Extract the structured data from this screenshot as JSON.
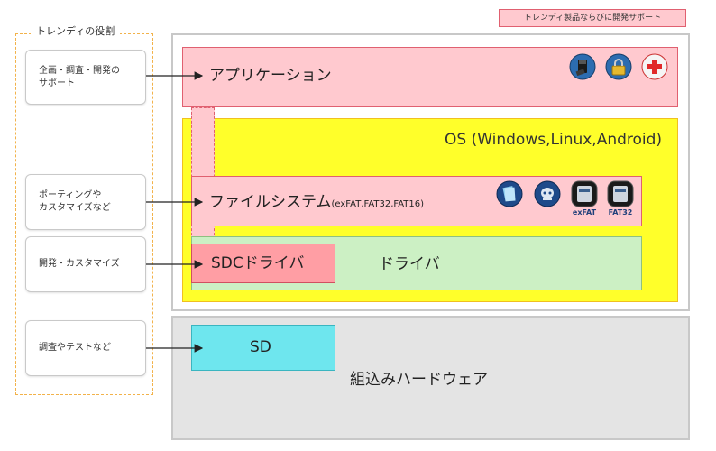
{
  "legend": {
    "text": "トレンディ製品ならびに開発サポート"
  },
  "roles_panel": {
    "title": "トレンディの役割",
    "roles": [
      {
        "line1": "企画・調査・開発の",
        "line2": "サポート"
      },
      {
        "line1": "ポーティングや",
        "line2": "カスタマイズなど"
      },
      {
        "line1": "開発・カスタマイズ",
        "line2": ""
      },
      {
        "line1": "調査やテストなど",
        "line2": ""
      }
    ]
  },
  "layers": {
    "application": "アプリケーション",
    "os": "OS (Windows,Linux,Android)",
    "filesystem": "ファイルシステム",
    "filesystem_formats": "(exFAT,FAT32,FAT16)",
    "driver": "ドライバ",
    "sdc_driver": "SDCドライバ",
    "sd": "SD",
    "hardware": "組込みハードウェア"
  },
  "icons": {
    "app_icons": [
      "sd-card-app-icon",
      "lock-app-icon",
      "medical-cross-app-icon"
    ],
    "fs_icons": [
      {
        "name": "document-fs-icon",
        "caption": ""
      },
      {
        "name": "recovery-fs-icon",
        "caption": ""
      },
      {
        "name": "exfat-fs-icon",
        "caption": "exFAT"
      },
      {
        "name": "fat32-fs-icon",
        "caption": "FAT32"
      }
    ]
  },
  "colors": {
    "pink_layer": "#ffc9cf",
    "os_yellow": "#ffff2a",
    "driver_green": "#ccf0c4",
    "sdc_red": "#ff9ea4",
    "sd_cyan": "#6ee6ee",
    "hardware_gray": "#e4e4e4",
    "roles_border": "#f2b24a"
  }
}
